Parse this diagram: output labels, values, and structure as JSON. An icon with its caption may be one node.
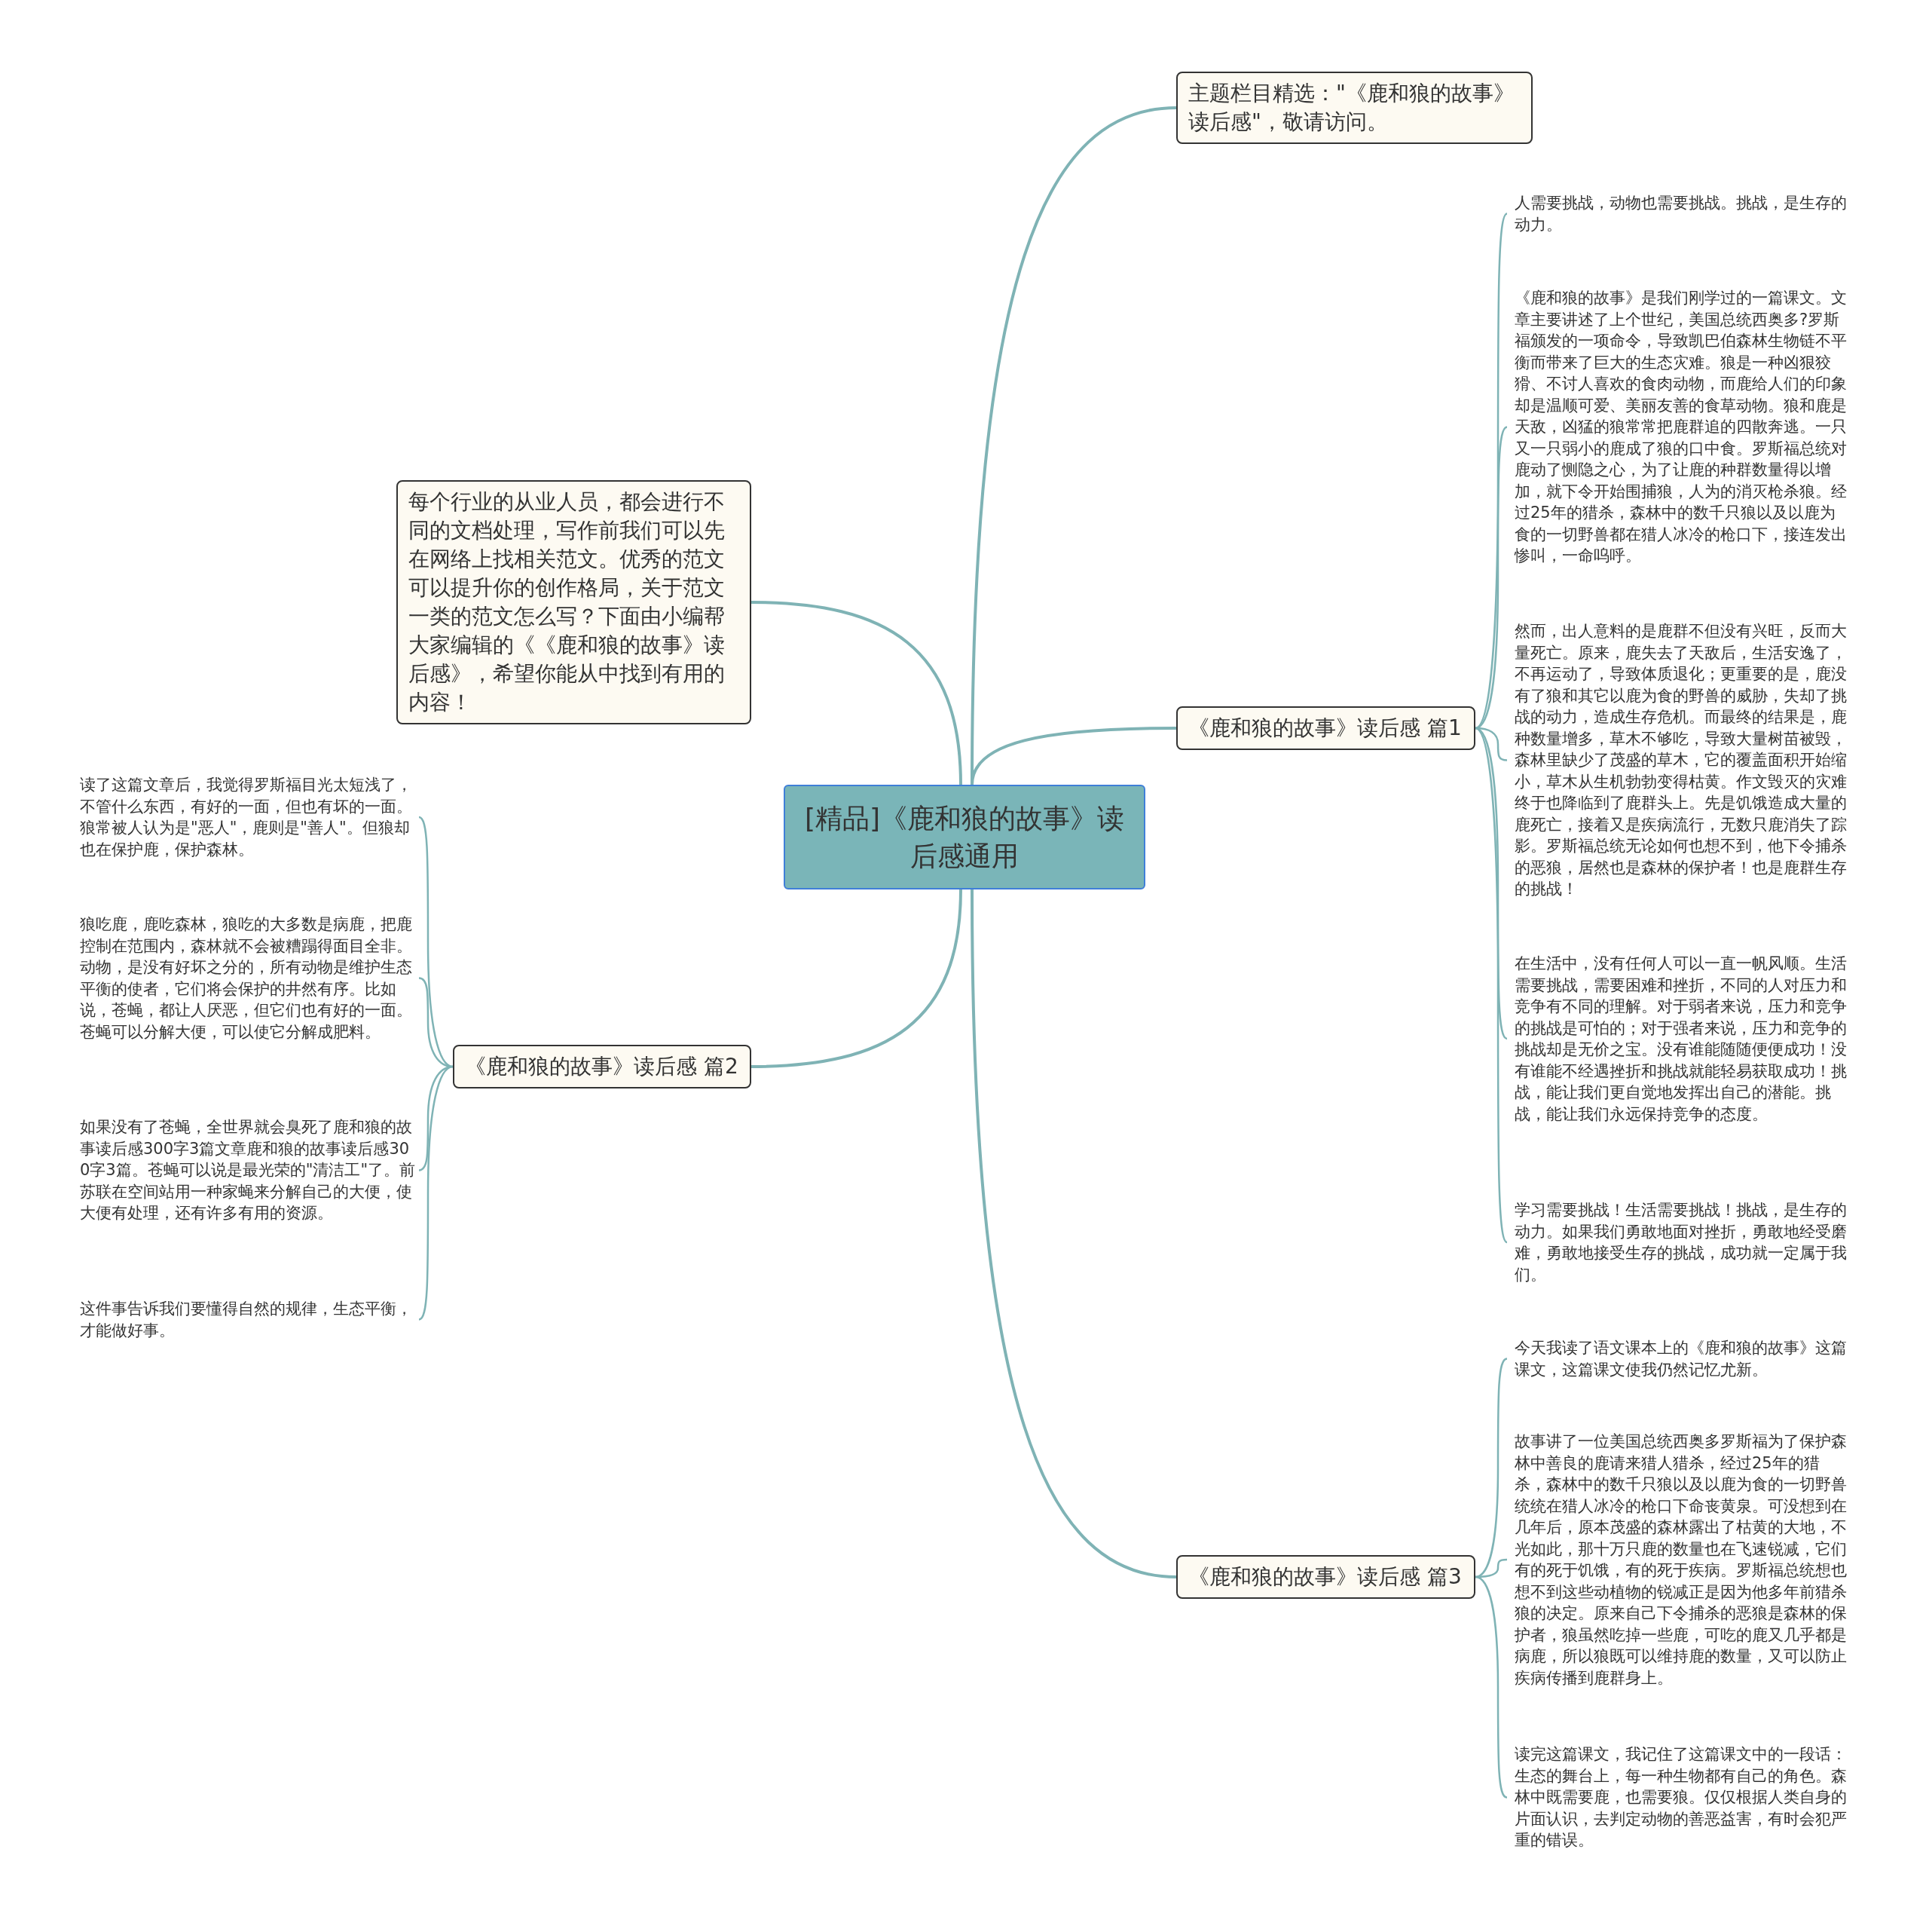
{
  "diagram": {
    "nodes": [
      {
        "text": [
          "[精品]《鹿和狼的故事》读后感通用"
        ]
      },
      {
        "text": [
          "主题栏目精选：\"《鹿和狼的故事》读后感\"，敬请访问。"
        ]
      },
      {
        "text": [
          "每个行业的从业人员，都会进行不同的文档处理，写作前我们可以先在网络上找相关范文。优秀的范文可以提升你的创作格局，关于范文一类的范文怎么写？下面由小编帮大家编辑的《《鹿和狼的故事》读后感》，希望你能从中找到有用的内容！"
        ]
      },
      {
        "text": [
          "《鹿和狼的故事》读后感 篇1"
        ]
      },
      {
        "text": [
          "人需要挑战，动物也需要挑战。挑战，是生存的动力。"
        ]
      },
      {
        "text": [
          "《鹿和狼的故事》是我们刚学过的一篇课文。文章主要讲述了上个世纪，美国总统西奥多?罗斯福颁发的一项命令，导致凯巴伯森林生物链不平衡而带来了巨大的生态灾难。狼是一种凶狠狡猾、不讨人喜欢的食肉动物，而鹿给人们的印象却是温顺可爱、美丽友善的食草动物。狼和鹿是天敌，凶猛的狼常常把鹿群追的四散奔逃。一只又一只弱小的鹿成了狼的口中食。罗斯福总统对鹿动了恻隐之心，为了让鹿的种群数量得以增加，就下令开始围捕狼，人为的消灭枪杀狼。经过25年的猎杀，森林中的数千只狼以及以鹿为食的一切野兽都在猎人冰冷的枪口下，接连发出惨叫，一命呜呼。"
        ]
      },
      {
        "text": [
          "然而，出人意料的是鹿群不但没有兴旺，反而大量死亡。原来，鹿失去了天敌后，生活安逸了，不再运动了，导致体质退化；更重要的是，鹿没有了狼和其它以鹿为食的野兽的威胁，失却了挑战的动力，造成生存危机。而最终的结果是，鹿种数量增多，草木不够吃，导致大量树苗被毁，森林里缺少了茂盛的草木，它的覆盖面积开始缩小，草木从生机勃勃变得枯黄。作文毁灭的灾难终于也降临到了鹿群头上。先是饥饿造成大量的鹿死亡，接着又是疾病流行，无数只鹿消失了踪影。罗斯福总统无论如何也想不到，他下令捕杀的恶狼，居然也是森林的保护者！也是鹿群生存的挑战！"
        ]
      },
      {
        "text": [
          "在生活中，没有任何人可以一直一帆风顺。生活需要挑战，需要困难和挫折，不同的人对压力和竞争有不同的理解。对于弱者来说，压力和竞争的挑战是可怕的；对于强者来说，压力和竞争的挑战却是无价之宝。没有谁能随随便便成功！没有谁能不经遇挫折和挑战就能轻易获取成功！挑战，能让我们更自觉地发挥出自己的潜能。挑战，能让我们永远保持竞争的态度。"
        ]
      },
      {
        "text": [
          "学习需要挑战！生活需要挑战！挑战，是生存的动力。如果我们勇敢地面对挫折，勇敢地经受磨难，勇敢地接受生存的挑战，成功就一定属于我们。"
        ]
      },
      {
        "text": [
          "《鹿和狼的故事》读后感 篇2"
        ]
      },
      {
        "text": [
          "读了这篇文章后，我觉得罗斯福目光太短浅了，不管什么东西，有好的一面，但也有坏的一面。狼常被人认为是\"恶人\"，鹿则是\"善人\"。但狼却也在保护鹿，保护森林。"
        ]
      },
      {
        "text": [
          "狼吃鹿，鹿吃森林，狼吃的大多数是病鹿，把鹿控制在范围内，森林就不会被糟蹋得面目全非。动物，是没有好坏之分的，所有动物是维护生态平衡的使者，它们将会保护的井然有序。比如说，苍蝇，都让人厌恶，但它们也有好的一面。苍蝇可以分解大便，可以使它分解成肥料。"
        ]
      },
      {
        "text": [
          "如果没有了苍蝇，全世界就会臭死了鹿和狼的故事读后感300字3篇文章鹿和狼的故事读后感300字3篇。苍蝇可以说是最光荣的\"清洁工\"了。前苏联在空间站用一种家蝇来分解自己的大便，使大便有处理，还有许多有用的资源。"
        ]
      },
      {
        "text": [
          "这件事告诉我们要懂得自然的规律，生态平衡，才能做好事。"
        ]
      },
      {
        "text": [
          "《鹿和狼的故事》读后感 篇3"
        ]
      },
      {
        "text": [
          "今天我读了语文课本上的《鹿和狼的故事》这篇课文，这篇课文使我仍然记忆尤新。"
        ]
      },
      {
        "text": [
          "故事讲了一位美国总统西奥多罗斯福为了保护森林中善良的鹿请来猎人猎杀，经过25年的猎杀，森林中的数千只狼以及以鹿为食的一切野兽统统在猎人冰冷的枪口下命丧黄泉。可没想到在几年后，原本茂盛的森林露出了枯黄的大地，不光如此，那十万只鹿的数量也在飞速锐减，它们有的死于饥饿，有的死于疾病。罗斯福总统想也想不到这些动植物的锐减正是因为他多年前猎杀狼的决定。原来自己下令捕杀的恶狼是森林的保护者，狼虽然吃掉一些鹿，可吃的鹿又几乎都是病鹿，所以狼既可以维持鹿的数量，又可以防止疾病传播到鹿群身上。"
        ]
      },
      {
        "text": [
          "读完这篇课文，我记住了这篇课文中的一段话：生态的舞台上，每一种生物都有自己的角色。森林中既需要鹿，也需要狼。仅仅根据人类自身的片面认识，去判定动物的善恶益害，有时会犯严重的错误。"
        ]
      }
    ],
    "edges": [
      {
        "from": 0,
        "to": 1,
        "arrow": "none"
      },
      {
        "from": 0,
        "to": 2,
        "arrow": "none"
      },
      {
        "from": 0,
        "to": 3,
        "arrow": "none"
      },
      {
        "from": 3,
        "to": 4,
        "arrow": "none"
      },
      {
        "from": 3,
        "to": 5,
        "arrow": "none"
      },
      {
        "from": 3,
        "to": 6,
        "arrow": "none"
      },
      {
        "from": 3,
        "to": 7,
        "arrow": "none"
      },
      {
        "from": 3,
        "to": 8,
        "arrow": "none"
      },
      {
        "from": 0,
        "to": 9,
        "arrow": "none"
      },
      {
        "from": 9,
        "to": 10,
        "arrow": "none"
      },
      {
        "from": 9,
        "to": 11,
        "arrow": "none"
      },
      {
        "from": 9,
        "to": 12,
        "arrow": "none"
      },
      {
        "from": 9,
        "to": 13,
        "arrow": "none"
      },
      {
        "from": 0,
        "to": 14,
        "arrow": "none"
      },
      {
        "from": 14,
        "to": 15,
        "arrow": "none"
      },
      {
        "from": 14,
        "to": 16,
        "arrow": "none"
      },
      {
        "from": 14,
        "to": 17,
        "arrow": "none"
      }
    ]
  }
}
